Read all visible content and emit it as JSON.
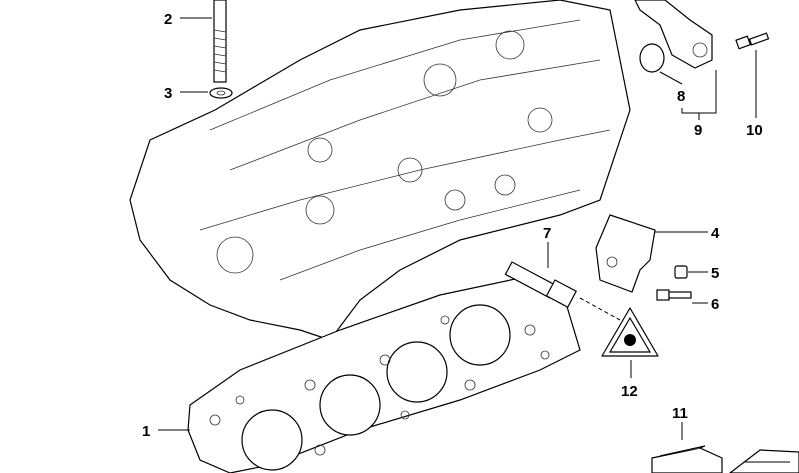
{
  "diagram": {
    "callouts": [
      {
        "id": "1",
        "part": "cylinder-head-gasket"
      },
      {
        "id": "2",
        "part": "cylinder-head-bolt"
      },
      {
        "id": "3",
        "part": "washer"
      },
      {
        "id": "4",
        "part": "bracket"
      },
      {
        "id": "5",
        "part": "nut"
      },
      {
        "id": "6",
        "part": "bolt"
      },
      {
        "id": "7",
        "part": "temperature-sensor"
      },
      {
        "id": "8",
        "part": "o-ring"
      },
      {
        "id": "9",
        "part": "coolant-flange"
      },
      {
        "id": "10",
        "part": "flange-bolt"
      },
      {
        "id": "11",
        "part": "repair-kit-box"
      },
      {
        "id": "12",
        "part": "warning-symbol"
      }
    ]
  }
}
